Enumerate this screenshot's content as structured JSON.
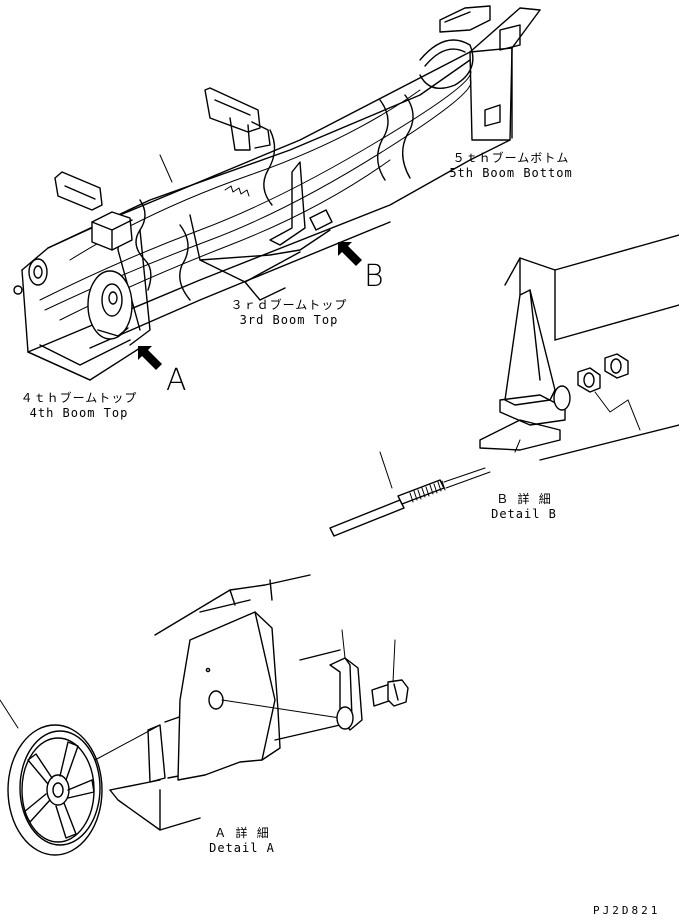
{
  "labels": {
    "boom5_jp": "５ｔｈブームボトム",
    "boom5_en": "5th Boom Bottom",
    "boom3_jp": "３ｒｄブームトップ",
    "boom3_en": "3rd Boom Top",
    "boom4_jp": "４ｔｈブームトップ",
    "boom4_en": "4th Boom Top",
    "detailB_jp": "Ｂ 詳 細",
    "detailB_en": "Detail B",
    "detailA_jp": "Ａ 詳 細",
    "detailA_en": "Detail A",
    "callout_a": "A",
    "callout_b": "B",
    "drawing_code": "PJ2D821"
  },
  "icons": [
    "arrow-a-icon",
    "arrow-b-icon"
  ]
}
